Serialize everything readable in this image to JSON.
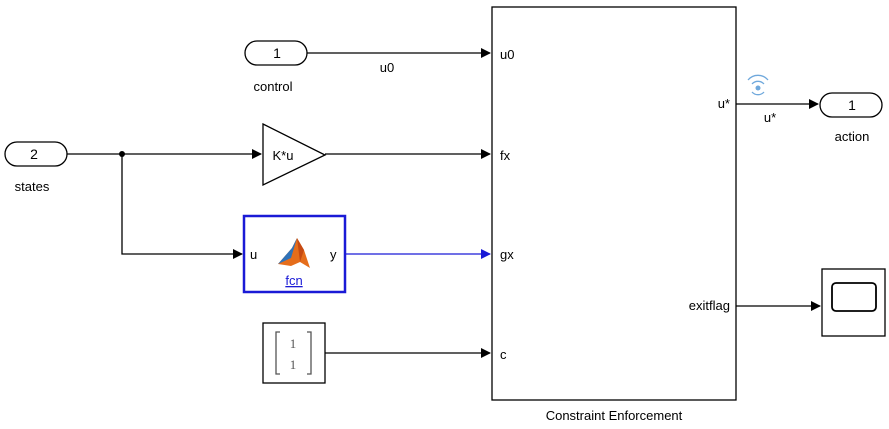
{
  "inports": {
    "control": {
      "number": "1",
      "label": "control"
    },
    "states": {
      "number": "2",
      "label": "states"
    }
  },
  "outport": {
    "number": "1",
    "label": "action"
  },
  "gain": {
    "label": "K*u"
  },
  "matlab_function": {
    "input_label": "u",
    "output_label": "y",
    "name": "fcn"
  },
  "constant": {
    "row1": "1",
    "row2": "1"
  },
  "subsystem": {
    "name": "Constraint Enforcement",
    "inputs": [
      "u0",
      "fx",
      "gx",
      "c"
    ],
    "outputs": [
      "u*",
      "exitflag"
    ]
  },
  "signals": {
    "u0": "u0",
    "ustar": "u*"
  },
  "colors": {
    "function_border": "#1a1ad6",
    "function_wire": "#1a1ad6",
    "broadcast_icon": "#6fa8dc"
  }
}
